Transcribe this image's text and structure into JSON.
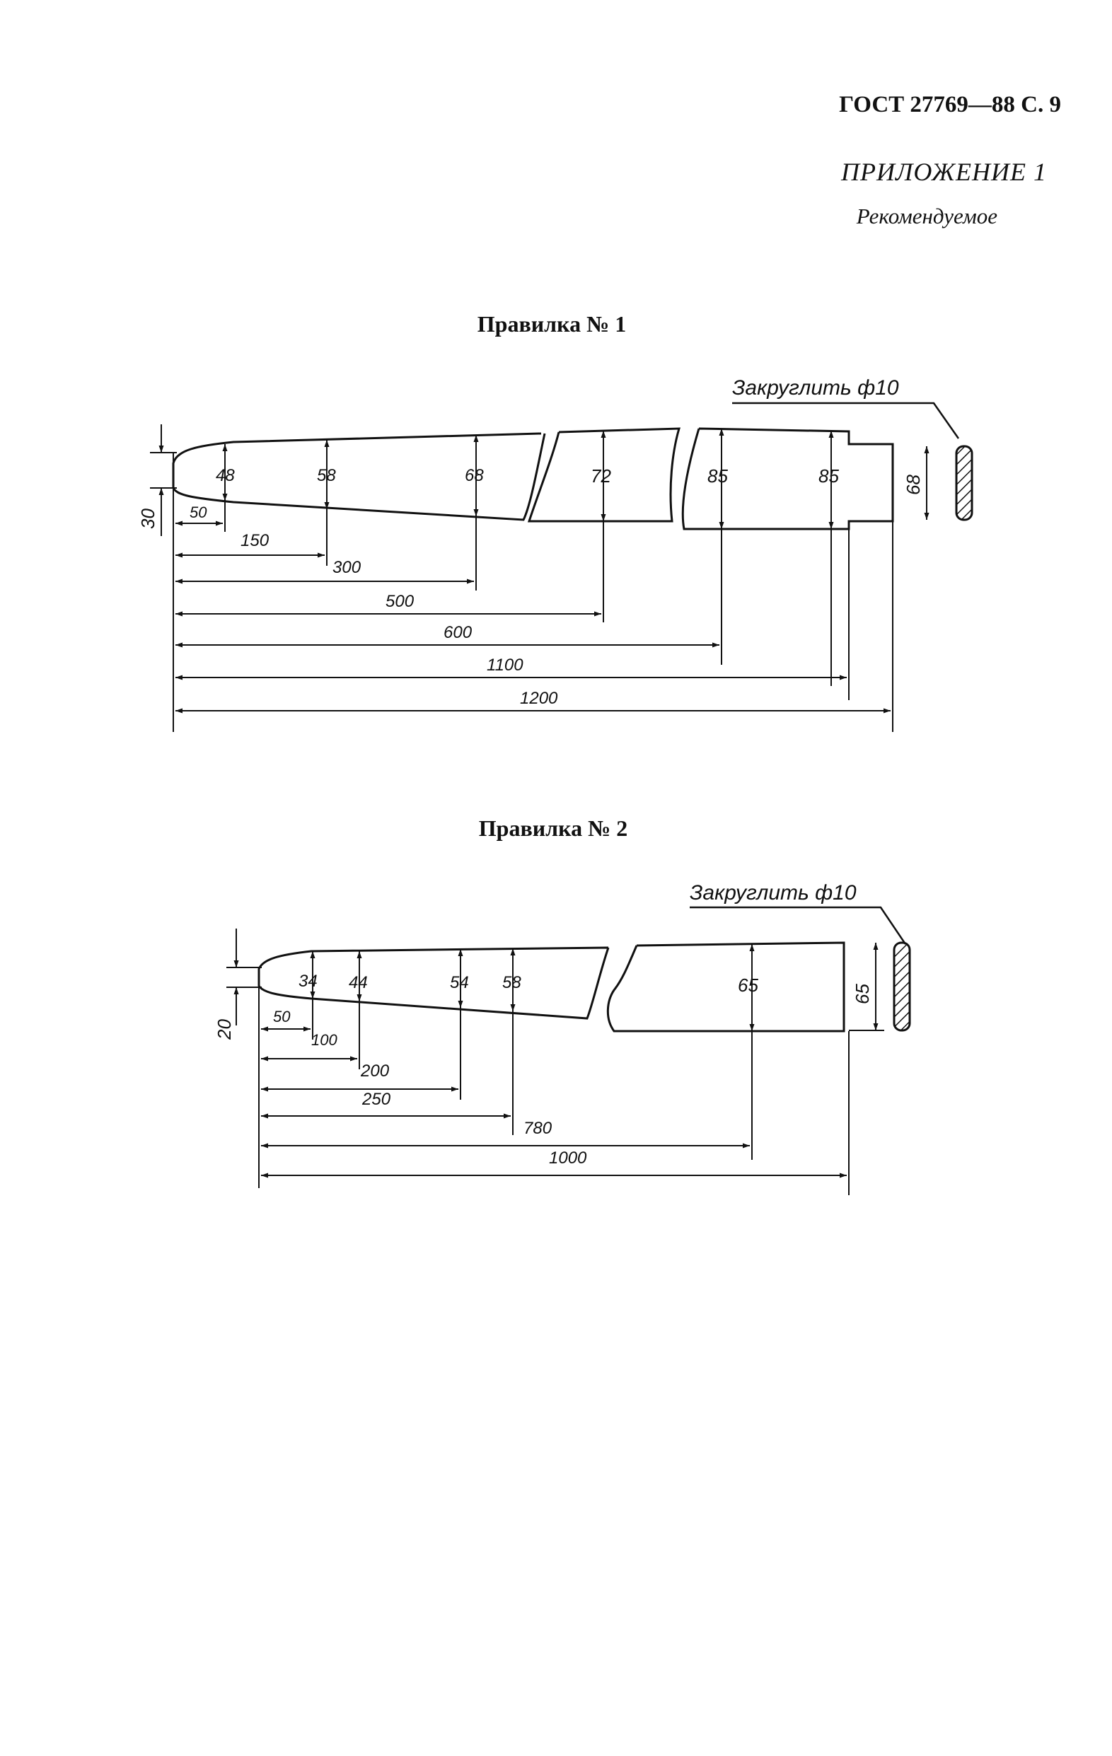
{
  "header": {
    "doc_code": "ГОСТ 27769—88 С. 9",
    "appendix": "ПРИЛОЖЕНИЕ 1",
    "appendix_note": "Рекомендуемое"
  },
  "figure1": {
    "title": "Правилка № 1",
    "note": "Закруглить ф10",
    "heights": [
      "48",
      "58",
      "68",
      "72",
      "85",
      "85",
      "68",
      "30"
    ],
    "lengths": [
      "50",
      "150",
      "300",
      "500",
      "600",
      "1100",
      "1200"
    ]
  },
  "figure2": {
    "title": "Правилка № 2",
    "note": "Закруглить ф10",
    "heights": [
      "34",
      "44",
      "54",
      "58",
      "65",
      "65",
      "20"
    ],
    "lengths": [
      "50",
      "100",
      "200",
      "250",
      "780",
      "1000"
    ]
  }
}
